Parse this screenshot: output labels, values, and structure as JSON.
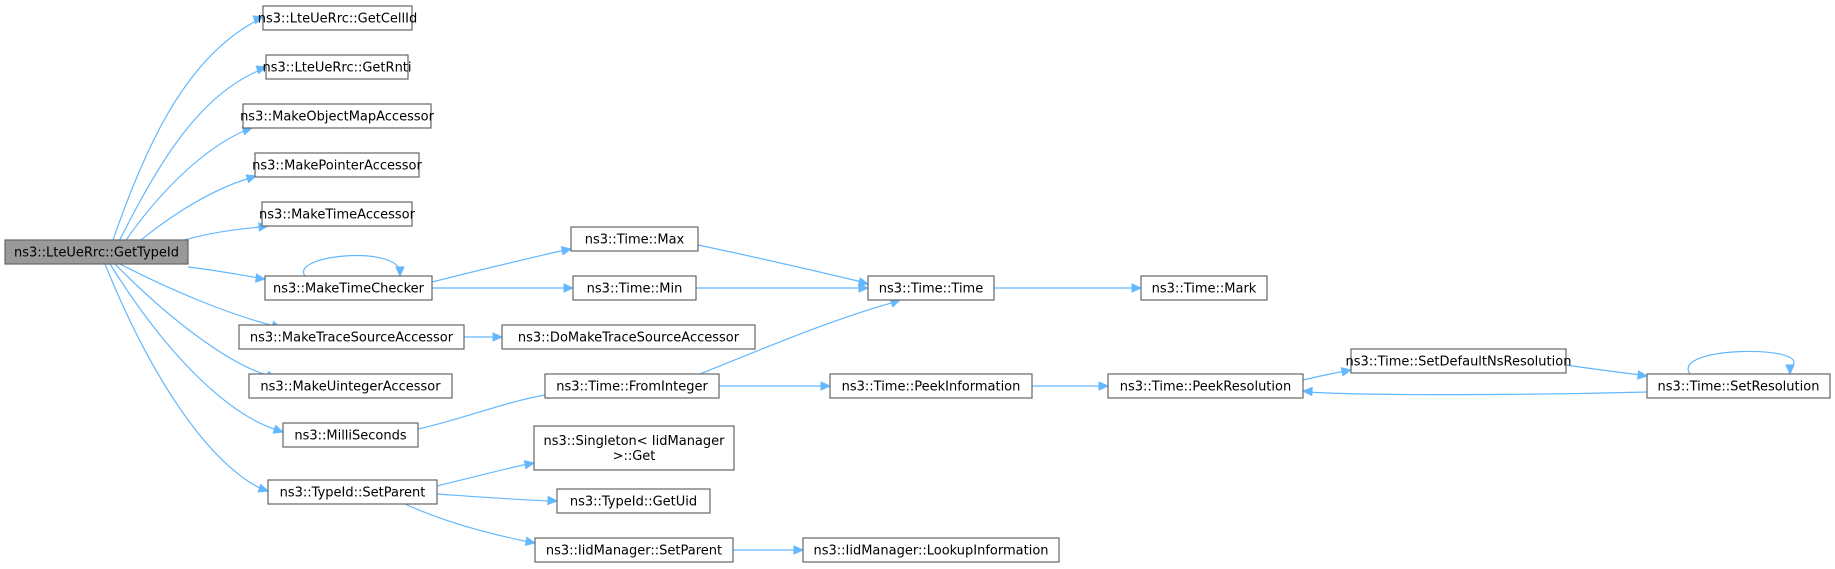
{
  "graph": {
    "nodes": [
      {
        "id": "root",
        "label": [
          "ns3::LteUeRrc::GetTypeId"
        ],
        "root": true
      },
      {
        "id": "getcellid",
        "label": [
          "ns3::LteUeRrc::GetCellId"
        ]
      },
      {
        "id": "getrnti",
        "label": [
          "ns3::LteUeRrc::GetRnti"
        ]
      },
      {
        "id": "mkobjmap",
        "label": [
          "ns3::MakeObjectMapAccessor"
        ]
      },
      {
        "id": "mkptr",
        "label": [
          "ns3::MakePointerAccessor"
        ]
      },
      {
        "id": "mktimeacc",
        "label": [
          "ns3::MakeTimeAccessor"
        ]
      },
      {
        "id": "mktimechk",
        "label": [
          "ns3::MakeTimeChecker"
        ]
      },
      {
        "id": "mktrace",
        "label": [
          "ns3::MakeTraceSourceAccessor"
        ]
      },
      {
        "id": "mkuint",
        "label": [
          "ns3::MakeUintegerAccessor"
        ]
      },
      {
        "id": "millis",
        "label": [
          "ns3::MilliSeconds"
        ]
      },
      {
        "id": "tidsetpar",
        "label": [
          "ns3::TypeId::SetParent"
        ]
      },
      {
        "id": "tmax",
        "label": [
          "ns3::Time::Max"
        ]
      },
      {
        "id": "tmin",
        "label": [
          "ns3::Time::Min"
        ]
      },
      {
        "id": "dotrace",
        "label": [
          "ns3::DoMakeTraceSourceAccessor"
        ]
      },
      {
        "id": "fromint",
        "label": [
          "ns3::Time::FromInteger"
        ]
      },
      {
        "id": "singleton",
        "label": [
          "ns3::Singleton< IidManager",
          ">::Get"
        ]
      },
      {
        "id": "getuid",
        "label": [
          "ns3::TypeId::GetUid"
        ]
      },
      {
        "id": "iidsetpar",
        "label": [
          "ns3::IidManager::SetParent"
        ]
      },
      {
        "id": "ttime",
        "label": [
          "ns3::Time::Time"
        ]
      },
      {
        "id": "peekinfo",
        "label": [
          "ns3::Time::PeekInformation"
        ]
      },
      {
        "id": "lookup",
        "label": [
          "ns3::IidManager::LookupInformation"
        ]
      },
      {
        "id": "tmark",
        "label": [
          "ns3::Time::Mark"
        ]
      },
      {
        "id": "peekres",
        "label": [
          "ns3::Time::PeekResolution"
        ]
      },
      {
        "id": "setdefns",
        "label": [
          "ns3::Time::SetDefaultNsResolution"
        ]
      },
      {
        "id": "setres",
        "label": [
          "ns3::Time::SetResolution"
        ]
      }
    ],
    "edges": [
      {
        "from": "root",
        "to": "getcellid"
      },
      {
        "from": "root",
        "to": "getrnti"
      },
      {
        "from": "root",
        "to": "mkobjmap"
      },
      {
        "from": "root",
        "to": "mkptr"
      },
      {
        "from": "root",
        "to": "mktimeacc"
      },
      {
        "from": "root",
        "to": "mktimechk"
      },
      {
        "from": "root",
        "to": "mktrace"
      },
      {
        "from": "root",
        "to": "mkuint"
      },
      {
        "from": "root",
        "to": "millis"
      },
      {
        "from": "root",
        "to": "tidsetpar"
      },
      {
        "from": "mktimechk",
        "to": "mktimechk"
      },
      {
        "from": "mktimechk",
        "to": "tmax"
      },
      {
        "from": "mktimechk",
        "to": "tmin"
      },
      {
        "from": "tmax",
        "to": "ttime"
      },
      {
        "from": "tmin",
        "to": "ttime"
      },
      {
        "from": "ttime",
        "to": "tmark"
      },
      {
        "from": "mktrace",
        "to": "dotrace"
      },
      {
        "from": "millis",
        "to": "fromint"
      },
      {
        "from": "fromint",
        "to": "ttime"
      },
      {
        "from": "fromint",
        "to": "peekinfo"
      },
      {
        "from": "peekinfo",
        "to": "peekres"
      },
      {
        "from": "peekres",
        "to": "setdefns"
      },
      {
        "from": "setdefns",
        "to": "setres"
      },
      {
        "from": "setres",
        "to": "peekres"
      },
      {
        "from": "setres",
        "to": "setres"
      },
      {
        "from": "tidsetpar",
        "to": "singleton"
      },
      {
        "from": "tidsetpar",
        "to": "getuid"
      },
      {
        "from": "tidsetpar",
        "to": "iidsetpar"
      },
      {
        "from": "iidsetpar",
        "to": "lookup"
      }
    ],
    "colors": {
      "edge": "#63b8ff",
      "node_border": "#666666",
      "root_fill": "#999999"
    }
  }
}
